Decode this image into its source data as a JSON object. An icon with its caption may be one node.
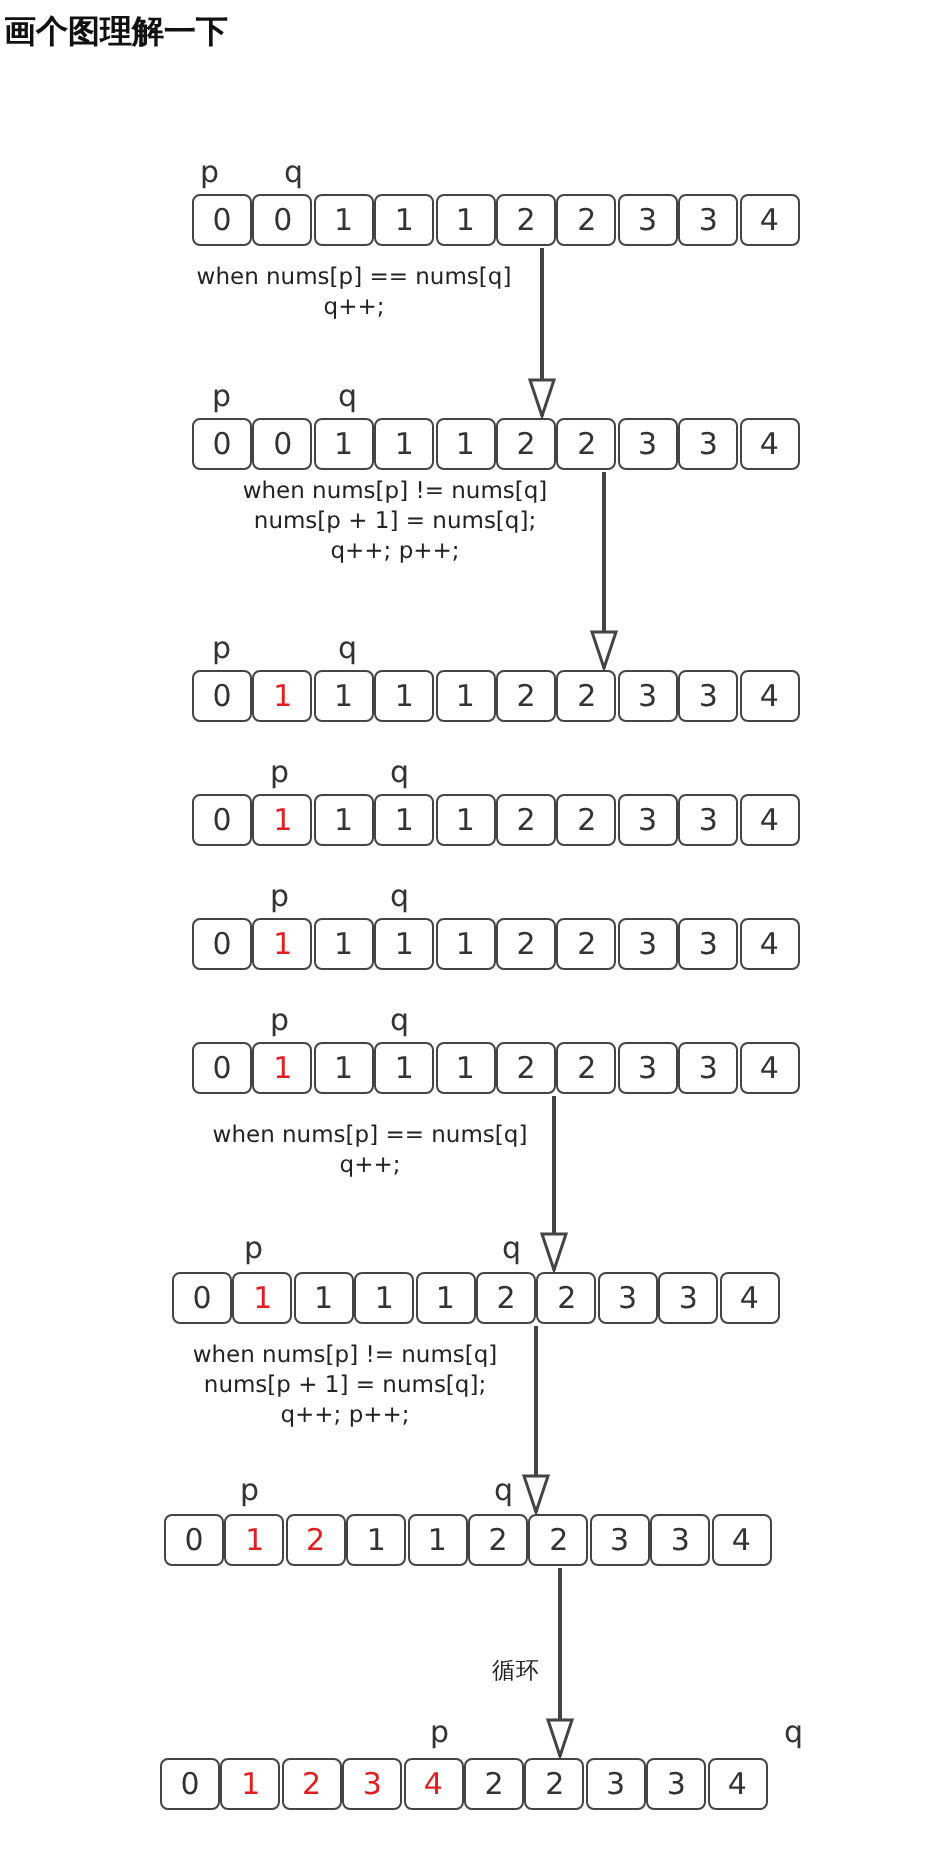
{
  "diagram": {
    "title": "画个图理解一下",
    "nodes": [
      {
        "text": [],
        "shape": "bar"
      },
      {
        "text": [
          "0"
        ],
        "in": 0
      },
      {
        "text": [
          "0"
        ],
        "in": 0
      },
      {
        "text": [
          "1"
        ],
        "in": 0
      },
      {
        "text": [
          "1"
        ],
        "in": 0
      },
      {
        "text": [
          "1"
        ],
        "in": 0
      },
      {
        "text": [
          "2"
        ],
        "in": 0
      },
      {
        "text": [
          "2"
        ],
        "in": 0
      },
      {
        "text": [
          "3"
        ],
        "in": 0
      },
      {
        "text": [
          "3"
        ],
        "in": 0
      },
      {
        "text": [
          "4"
        ],
        "in": 0
      },
      {
        "text": [],
        "shape": "bar"
      },
      {
        "text": [
          "0"
        ],
        "in": 11
      },
      {
        "text": [
          "0"
        ],
        "in": 11
      },
      {
        "text": [
          "1"
        ],
        "in": 11
      },
      {
        "text": [
          "1"
        ],
        "in": 11
      },
      {
        "text": [
          "1"
        ],
        "in": 11
      },
      {
        "text": [
          "2"
        ],
        "in": 11
      },
      {
        "text": [
          "2"
        ],
        "in": 11
      },
      {
        "text": [
          "3"
        ],
        "in": 11
      },
      {
        "text": [
          "3"
        ],
        "in": 11
      },
      {
        "text": [
          "4"
        ],
        "in": 11
      },
      {
        "text": [],
        "shape": "bar"
      },
      {
        "text": [
          "0"
        ],
        "in": 22
      },
      {
        "text": [
          "1"
        ],
        "in": 22
      },
      {
        "text": [
          "1"
        ],
        "in": 22
      },
      {
        "text": [
          "1"
        ],
        "in": 22
      },
      {
        "text": [
          "1"
        ],
        "in": 22
      },
      {
        "text": [
          "2"
        ],
        "in": 22
      },
      {
        "text": [
          "2"
        ],
        "in": 22
      },
      {
        "text": [
          "3"
        ],
        "in": 22
      },
      {
        "text": [
          "3"
        ],
        "in": 22
      },
      {
        "text": [
          "4"
        ],
        "in": 22
      },
      {
        "text": [],
        "shape": "bar"
      },
      {
        "text": [
          "0"
        ],
        "in": 33
      },
      {
        "text": [
          "1"
        ],
        "in": 33
      },
      {
        "text": [
          "1"
        ],
        "in": 33
      },
      {
        "text": [
          "1"
        ],
        "in": 33
      },
      {
        "text": [
          "1"
        ],
        "in": 33
      },
      {
        "text": [
          "2"
        ],
        "in": 33
      },
      {
        "text": [
          "2"
        ],
        "in": 33
      },
      {
        "text": [
          "3"
        ],
        "in": 33
      },
      {
        "text": [
          "3"
        ],
        "in": 33
      },
      {
        "text": [
          "4"
        ],
        "in": 33
      },
      {
        "text": [],
        "shape": "bar"
      },
      {
        "text": [
          "0"
        ],
        "in": 44
      },
      {
        "text": [
          "1"
        ],
        "in": 44
      },
      {
        "text": [
          "1"
        ],
        "in": 44
      },
      {
        "text": [
          "1"
        ],
        "in": 44
      },
      {
        "text": [
          "1"
        ],
        "in": 44
      },
      {
        "text": [
          "2"
        ],
        "in": 44
      },
      {
        "text": [
          "2"
        ],
        "in": 44
      },
      {
        "text": [
          "3"
        ],
        "in": 44
      },
      {
        "text": [
          "3"
        ],
        "in": 44
      },
      {
        "text": [
          "4"
        ],
        "in": 44
      },
      {
        "text": [],
        "shape": "bar"
      },
      {
        "text": [
          "0"
        ],
        "in": 55
      },
      {
        "text": [
          "1"
        ],
        "in": 55
      },
      {
        "text": [
          "1"
        ],
        "in": 55
      },
      {
        "text": [
          "1"
        ],
        "in": 55
      },
      {
        "text": [
          "1"
        ],
        "in": 55
      },
      {
        "text": [
          "2"
        ],
        "in": 55
      },
      {
        "text": [
          "2"
        ],
        "in": 55
      },
      {
        "text": [
          "3"
        ],
        "in": 55
      },
      {
        "text": [
          "3"
        ],
        "in": 55
      },
      {
        "text": [
          "4"
        ],
        "in": 55
      },
      {
        "text": [],
        "shape": "bar"
      },
      {
        "text": [
          "0"
        ],
        "in": 66
      },
      {
        "text": [
          "1"
        ],
        "in": 66
      },
      {
        "text": [
          "1"
        ],
        "in": 66
      },
      {
        "text": [
          "1"
        ],
        "in": 66
      },
      {
        "text": [
          "1"
        ],
        "in": 66
      },
      {
        "text": [
          "2"
        ],
        "in": 66
      },
      {
        "text": [
          "2"
        ],
        "in": 66
      },
      {
        "text": [
          "3"
        ],
        "in": 66
      },
      {
        "text": [
          "3"
        ],
        "in": 66
      },
      {
        "text": [
          "4"
        ],
        "in": 66
      },
      {
        "text": [],
        "shape": "bar"
      },
      {
        "text": [
          "0"
        ],
        "in": 77
      },
      {
        "text": [
          "1"
        ],
        "in": 77
      },
      {
        "text": [
          "2"
        ],
        "in": 77
      },
      {
        "text": [
          "1"
        ],
        "in": 77
      },
      {
        "text": [
          "1"
        ],
        "in": 77
      },
      {
        "text": [
          "2"
        ],
        "in": 77
      },
      {
        "text": [
          "2"
        ],
        "in": 77
      },
      {
        "text": [
          "3"
        ],
        "in": 77
      },
      {
        "text": [
          "3"
        ],
        "in": 77
      },
      {
        "text": [
          "4"
        ],
        "in": 77
      },
      {
        "text": [],
        "shape": "bar"
      },
      {
        "text": [
          "0"
        ],
        "in": 88
      },
      {
        "text": [
          "1"
        ],
        "in": 88
      },
      {
        "text": [
          "2"
        ],
        "in": 88
      },
      {
        "text": [
          "3"
        ],
        "in": 88
      },
      {
        "text": [
          "4"
        ],
        "in": 88
      },
      {
        "text": [
          "2"
        ],
        "in": 88
      },
      {
        "text": [
          "2"
        ],
        "in": 88
      },
      {
        "text": [
          "3"
        ],
        "in": 88
      },
      {
        "text": [
          "3"
        ],
        "in": 88
      },
      {
        "text": [
          "4"
        ],
        "in": 88
      }
    ],
    "edges": [
      {
        "from": 0,
        "to": 11,
        "arrow": "to",
        "label": "when nums[p] == nums[q] q++;"
      },
      {
        "from": 11,
        "to": 22,
        "arrow": "to",
        "label": "when nums[p] != nums[q] nums[p + 1] = nums[q]; q++; p++;"
      },
      {
        "from": 55,
        "to": 66,
        "arrow": "to",
        "label": "when nums[p] == nums[q] q++;"
      },
      {
        "from": 66,
        "to": 77,
        "arrow": "to",
        "label": "when nums[p] != nums[q] nums[p + 1] = nums[q]; q++; p++;"
      },
      {
        "from": 77,
        "to": 88,
        "arrow": "to",
        "label": "循环"
      }
    ],
    "labels": [
      "p",
      "q",
      "p",
      "q",
      "p",
      "q",
      "p",
      "q",
      "p",
      "q",
      "p",
      "q",
      "p",
      "q",
      "p",
      "q",
      "p",
      "q"
    ]
  }
}
